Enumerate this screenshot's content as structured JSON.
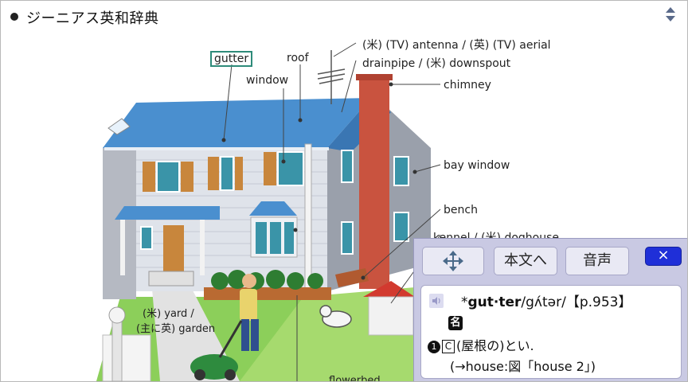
{
  "title": "ジーニアス英和辞典",
  "illustration_labels": {
    "gutter": "gutter",
    "roof": "roof",
    "window": "window",
    "antenna": "(米) (TV) antenna / (英) (TV) aerial",
    "drainpipe": "drainpipe / (米) downspout",
    "chimney": "chimney",
    "bay_window": "bay window",
    "bench": "bench",
    "kennel": "kennel / (米) doghouse",
    "yard_line1": "(米) yard /",
    "yard_line2": "(主に英) garden",
    "flowerbed": "flowerbed"
  },
  "popup": {
    "move_icon": "move-arrows-icon",
    "jump_label": "本文へ",
    "audio_label": "音声",
    "close_label": "×",
    "headword_prefix": "*",
    "headword": "gut·ter",
    "pronunciation": "/gʌ́tər/",
    "page_ref": "【p.953】",
    "pos_badge": "名",
    "sense_number": "1",
    "countable": "C",
    "definition": "(屋根の)とい.",
    "crossref": "(→house:図「house 2」)"
  },
  "colors": {
    "close_button": "#1f2fd8",
    "popup_bg": "#c9c9e3",
    "gutter_highlight": "#2e8b7a",
    "roof": "#4a8fcf",
    "chimney": "#c9533f"
  }
}
